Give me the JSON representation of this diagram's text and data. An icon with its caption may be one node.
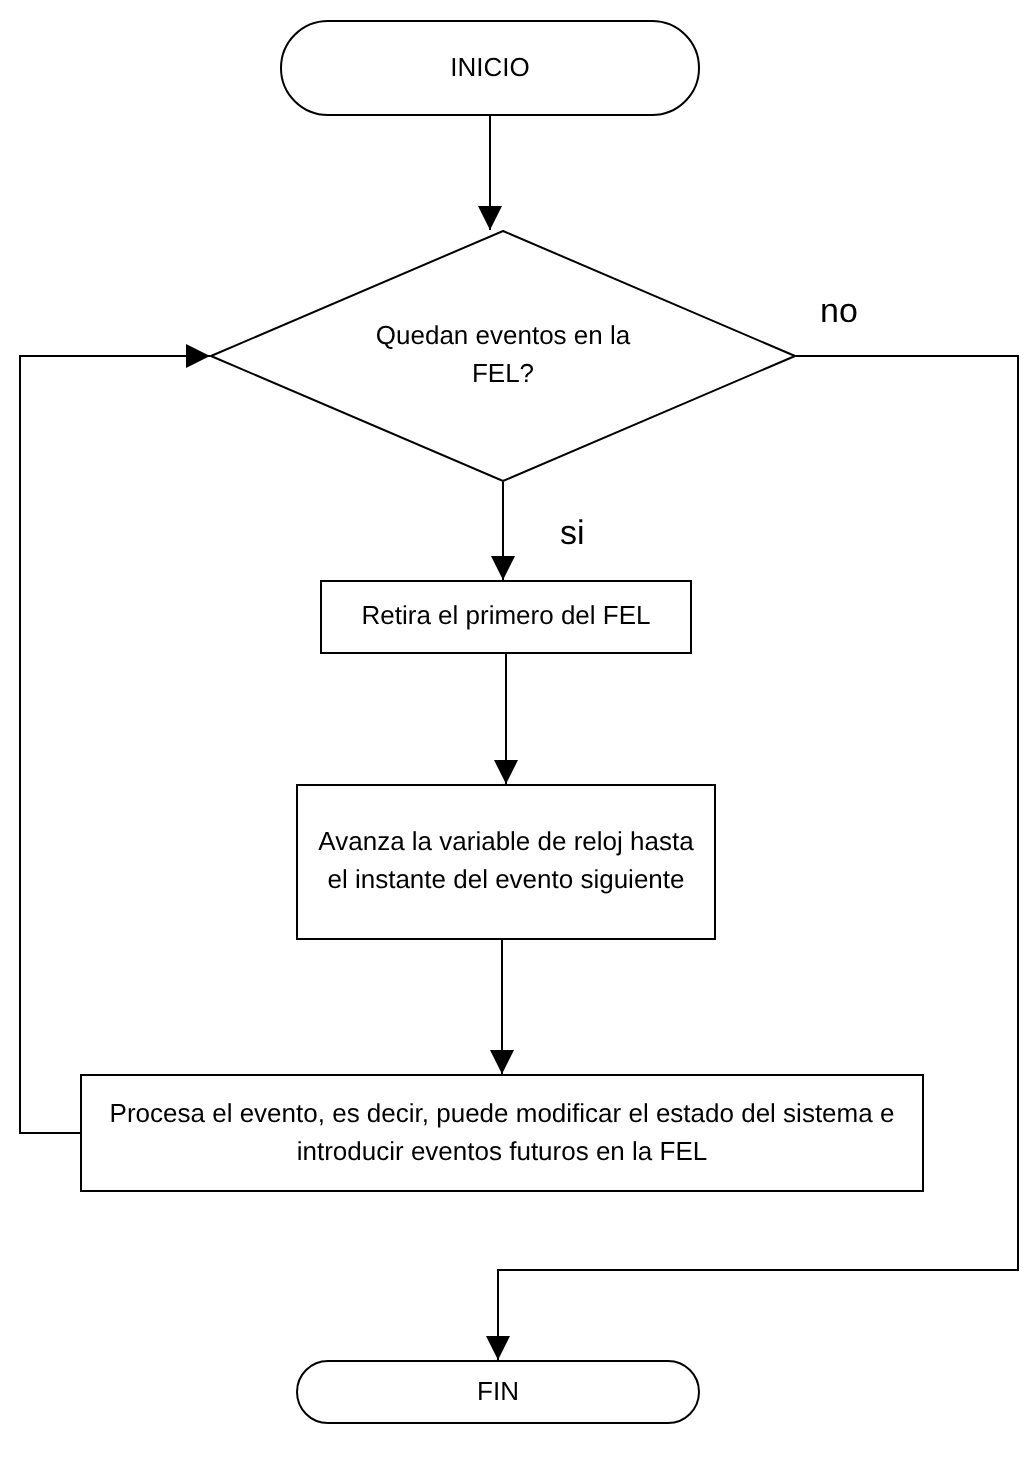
{
  "diagram": {
    "nodes": [
      {
        "text": [
          "INICIO"
        ]
      },
      {
        "text": [
          "Quedan eventos en la FEL?"
        ]
      },
      {
        "text": [
          "Retira el primero del FEL"
        ]
      },
      {
        "text": [
          "Avanza la variable de reloj hasta el instante del evento siguiente"
        ]
      },
      {
        "text": [
          "Procesa el evento, es decir, puede modificar el estado del sistema e introducir eventos futuros en la FEL"
        ]
      },
      {
        "text": [
          "FIN"
        ]
      }
    ],
    "edges": [
      {
        "from": 0,
        "to": 1,
        "arrow": "to"
      },
      {
        "from": 1,
        "to": 2,
        "arrow": "to",
        "label": "si"
      },
      {
        "from": 2,
        "to": 3,
        "arrow": "to"
      },
      {
        "from": 3,
        "to": 4,
        "arrow": "to"
      },
      {
        "from": 4,
        "to": 1,
        "arrow": "to"
      },
      {
        "from": 1,
        "to": 5,
        "arrow": "to",
        "label": "no"
      }
    ]
  }
}
